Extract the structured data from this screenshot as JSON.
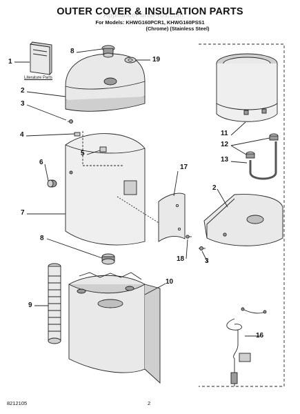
{
  "header": {
    "title": "OUTER COVER & INSULATION PARTS",
    "models_line": "For Models: KHWG160PCR1, KHWG160PSS1",
    "finish_line": "(Chrome)    (Stainless Steel)",
    "watermark": "AppliancePartsPros.com"
  },
  "callouts": {
    "c1": "1",
    "c2a": "2",
    "c3a": "3",
    "c4": "4",
    "c5": "5",
    "c6": "6",
    "c7": "7",
    "c8a": "8",
    "c8b": "8",
    "c9": "9",
    "c10": "10",
    "c11": "11",
    "c12": "12",
    "c13": "13",
    "c16": "16",
    "c17": "17",
    "c18": "18",
    "c19": "19",
    "c2b": "2",
    "c3b": "3"
  },
  "labels": {
    "literature": "Literature Parts"
  },
  "footer": {
    "doc_number": "8212105",
    "page_number": "2"
  },
  "colors": {
    "line": "#222222",
    "fill_light": "#e9e9e9",
    "fill_mid": "#cfcfcf",
    "fill_dark": "#9a9a9a"
  }
}
